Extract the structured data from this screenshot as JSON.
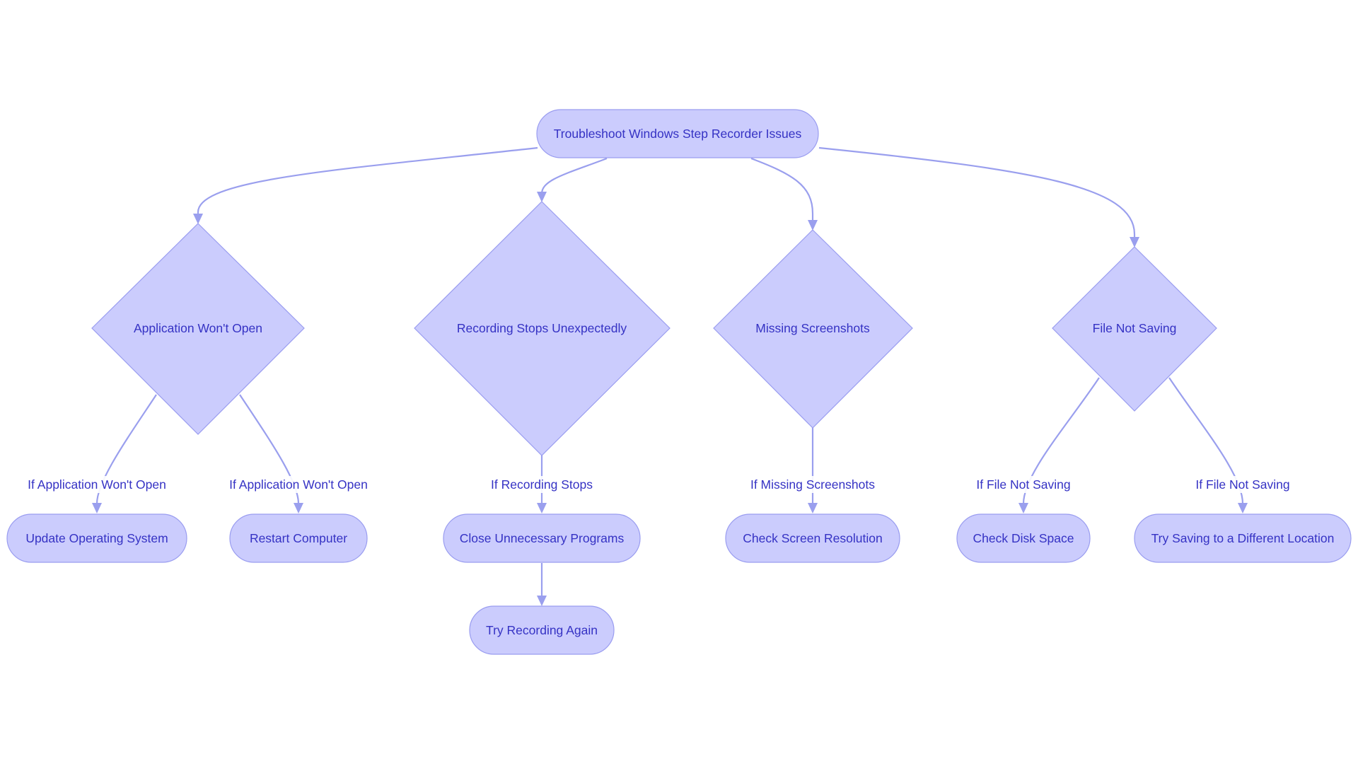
{
  "diagram": {
    "colors": {
      "node_fill": "#cbccfd",
      "node_stroke": "#9a9df0",
      "text": "#3532c4",
      "edge": "#9a9fee",
      "background": "#ffffff"
    },
    "nodes": {
      "root": "Troubleshoot Windows Step Recorder Issues",
      "app_wont_open": "Application Won't Open",
      "recording_stops": "Recording Stops Unexpectedly",
      "missing_screenshots": "Missing Screenshots",
      "file_not_saving": "File Not Saving",
      "update_os": "Update Operating System",
      "restart_computer": "Restart Computer",
      "close_programs": "Close Unnecessary Programs",
      "try_recording_again": "Try Recording Again",
      "check_resolution": "Check Screen Resolution",
      "check_disk_space": "Check Disk Space",
      "try_different_location": "Try Saving to a Different Location"
    },
    "edge_labels": {
      "app_to_update": "If Application Won't Open",
      "app_to_restart": "If Application Won't Open",
      "rec_to_close": "If Recording Stops",
      "miss_to_check": "If Missing Screenshots",
      "file_to_disk": "If File Not Saving",
      "file_to_location": "If File Not Saving"
    }
  }
}
